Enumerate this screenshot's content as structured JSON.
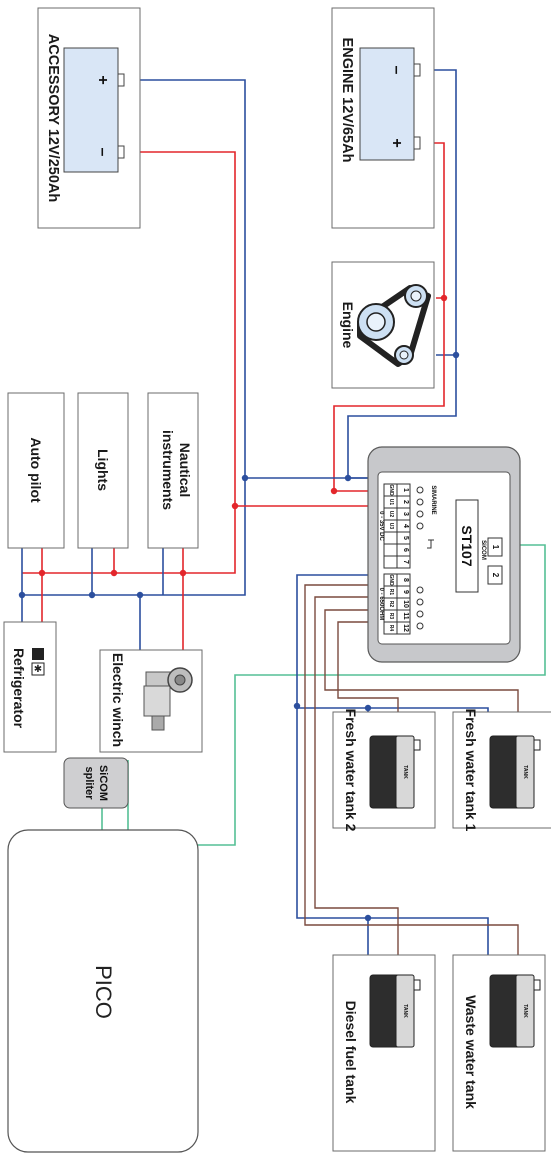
{
  "labels": {
    "accessory_battery": "ACCESSORY 12V/250Ah",
    "engine_battery": "ENGINE 12V/65Ah",
    "engine": "Engine",
    "auto_pilot": "Auto pilot",
    "lights": "Lights",
    "nautical_instruments_1": "Nautical",
    "nautical_instruments_2": "instruments",
    "refrigerator": "Refrigerator",
    "electric_winch": "Electric winch",
    "fresh_water_tank_1": "Fresh water tank 1",
    "fresh_water_tank_2": "Fresh water tank 2",
    "diesel_fuel_tank": "Diesel fuel tank",
    "waste_water_tank": "Waste water tank",
    "sicom_1": "SiCOM",
    "sicom_2": "spliter",
    "pico": "PICO",
    "tank_tag": "TANK"
  },
  "battery_terminals": {
    "plus": "+",
    "minus": "–"
  },
  "device": {
    "model": "ST107",
    "brand": "SIMARINE",
    "sicom_port": "SiCOM",
    "port_1": "1",
    "port_2": "2",
    "voltage_range": "0 - 35V DC",
    "ohm_range": "0 - 650OHM",
    "pins_left": [
      "1",
      "2",
      "3",
      "4",
      "5",
      "6",
      "7"
    ],
    "pins_right": [
      "8",
      "9",
      "10",
      "11",
      "12"
    ],
    "channels_left": [
      "GND",
      "U1",
      "U2",
      "U3"
    ],
    "channels_right": [
      "GND",
      "R1",
      "R2",
      "R3",
      "R4"
    ]
  },
  "colors": {
    "positive_wire": "#e3262b",
    "negative_wire": "#2c4f9e",
    "sensor_wire": "#7a4a3e",
    "data_wire": "#55bf95"
  }
}
